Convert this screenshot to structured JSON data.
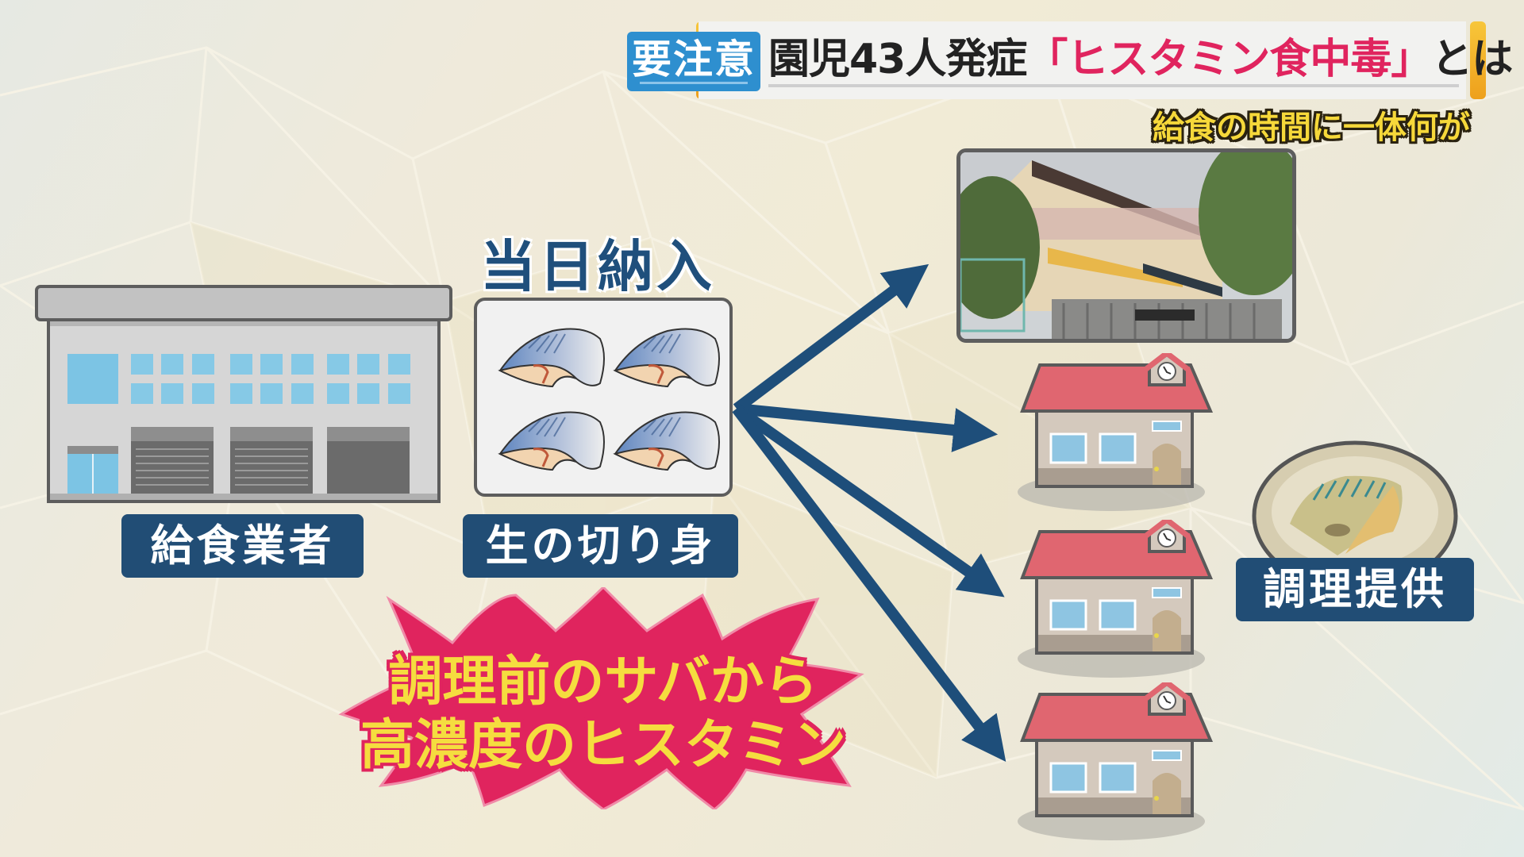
{
  "header": {
    "badge": "要注意",
    "title_prefix": "園児43人発症",
    "title_highlight": "「ヒスタミン食中毒」",
    "title_suffix": "とは",
    "subtitle": "給食の時間に一体何が"
  },
  "diagram": {
    "supplier": {
      "icon": "factory-building-icon",
      "label": "給食業者"
    },
    "delivery": {
      "heading": "当日納入",
      "icon": "raw-mackerel-fillets-icon",
      "count": 4,
      "label": "生の切り身"
    },
    "destinations": [
      {
        "type": "photo",
        "icon": "nursery-school-photo"
      },
      {
        "type": "school",
        "icon": "school-building-icon"
      },
      {
        "type": "school",
        "icon": "school-building-icon"
      },
      {
        "type": "school",
        "icon": "school-building-icon"
      }
    ],
    "served": {
      "icon": "cooked-mackerel-plate-icon",
      "label": "調理提供"
    },
    "warning": {
      "line1": "調理前のサバから",
      "line2": "高濃度のヒスタミン"
    }
  },
  "colors": {
    "navy": "#214d75",
    "arrow": "#1e4e7a",
    "badge_blue": "#2e8fcf",
    "accent_red": "#e0245e",
    "yellow": "#f5dd3f",
    "roof_red": "#e06670",
    "orange_accent": "#f2b52b"
  }
}
